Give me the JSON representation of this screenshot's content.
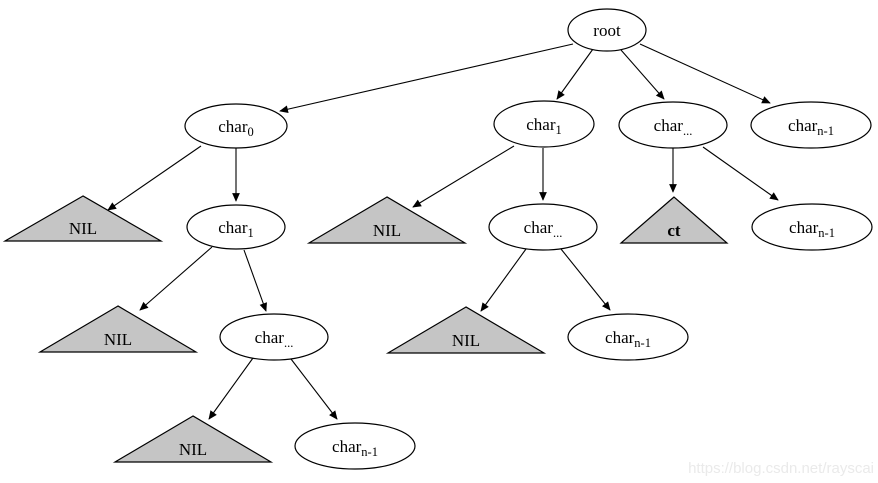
{
  "page": {
    "background": "#ffffff"
  },
  "colors": {
    "triangle_fill": "#c5c5c5",
    "node_fill": "#ffffff",
    "stroke": "#000000"
  },
  "watermark": {
    "text": "https://blog.csdn.net/rayscai",
    "color": "#eaeaea"
  },
  "diagram": {
    "type": "trie-tree-diagram",
    "nodes": [
      {
        "id": "root",
        "shape": "ellipse",
        "base": "root",
        "sub": ""
      },
      {
        "id": "char-0",
        "shape": "ellipse",
        "base": "char",
        "sub": "0"
      },
      {
        "id": "char-1-mid",
        "shape": "ellipse",
        "base": "char",
        "sub": "1"
      },
      {
        "id": "char-dots-right",
        "shape": "ellipse",
        "base": "char",
        "sub": "..."
      },
      {
        "id": "char-n-1-row2",
        "shape": "ellipse",
        "base": "char",
        "sub": "n-1"
      },
      {
        "id": "nil-left-row3",
        "shape": "triangle",
        "label": "NIL"
      },
      {
        "id": "char-1-left",
        "shape": "ellipse",
        "base": "char",
        "sub": "1"
      },
      {
        "id": "nil-mid-row3",
        "shape": "triangle",
        "label": "NIL"
      },
      {
        "id": "char-dots-mid",
        "shape": "ellipse",
        "base": "char",
        "sub": "..."
      },
      {
        "id": "ct",
        "shape": "triangle",
        "label": "ct"
      },
      {
        "id": "char-n-1-row3",
        "shape": "ellipse",
        "base": "char",
        "sub": "n-1"
      },
      {
        "id": "nil-left-row4",
        "shape": "triangle",
        "label": "NIL"
      },
      {
        "id": "char-dots-left",
        "shape": "ellipse",
        "base": "char",
        "sub": "..."
      },
      {
        "id": "nil-mid-row4",
        "shape": "triangle",
        "label": "NIL"
      },
      {
        "id": "char-n-1-row4",
        "shape": "ellipse",
        "base": "char",
        "sub": "n-1"
      },
      {
        "id": "nil-left-row5",
        "shape": "triangle",
        "label": "NIL"
      },
      {
        "id": "char-n-1-row5",
        "shape": "ellipse",
        "base": "char",
        "sub": "n-1"
      }
    ],
    "edges": [
      {
        "from": "root",
        "to": "char-0"
      },
      {
        "from": "root",
        "to": "char-1-mid"
      },
      {
        "from": "root",
        "to": "char-dots-right"
      },
      {
        "from": "root",
        "to": "char-n-1-row2"
      },
      {
        "from": "char-0",
        "to": "nil-left-row3"
      },
      {
        "from": "char-0",
        "to": "char-1-left"
      },
      {
        "from": "char-1-left",
        "to": "nil-left-row4"
      },
      {
        "from": "char-1-left",
        "to": "char-dots-left"
      },
      {
        "from": "char-dots-left",
        "to": "nil-left-row5"
      },
      {
        "from": "char-dots-left",
        "to": "char-n-1-row5"
      },
      {
        "from": "char-1-mid",
        "to": "nil-mid-row3"
      },
      {
        "from": "char-1-mid",
        "to": "char-dots-mid"
      },
      {
        "from": "char-dots-mid",
        "to": "nil-mid-row4"
      },
      {
        "from": "char-dots-mid",
        "to": "char-n-1-row4"
      },
      {
        "from": "char-dots-right",
        "to": "ct"
      },
      {
        "from": "char-dots-right",
        "to": "char-n-1-row3"
      }
    ]
  }
}
